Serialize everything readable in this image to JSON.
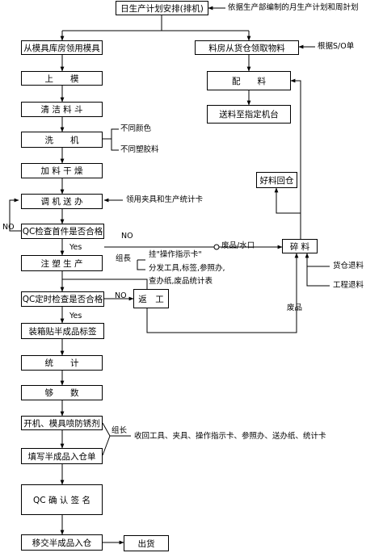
{
  "nodes": {
    "schedule": "日生产计划安排(排机)",
    "get_mold": "从模具库房领用模具",
    "mount_mold": "上　　模",
    "clean_hopper": "清 洁 料 斗",
    "wash_machine": "洗　　机",
    "add_dry": "加 料 干 燥",
    "tune_machine": "调 机 送 办",
    "qc_first": "QC检查首件是否合格",
    "injection": "注 塑 生 产",
    "qc_timed": "QC定时检查是否合格",
    "rework": "返　工",
    "pack_label": "装箱贴半成品标签",
    "count": "统　　计",
    "enough": "够　　数",
    "stop_rust": "开机、模具喷防锈剂",
    "fill_form": "填写半成品入仓单",
    "qc_sign": "QC 确 认 签 名",
    "transfer": "移交半成品入仓",
    "ship": "出货",
    "get_material": "料房从货仓领取物料",
    "mix": "配　　料",
    "send_material": "送料至指定机台",
    "good_return": "好料回仓",
    "crush": "碎 料"
  },
  "labels": {
    "plan_note": "依据生产部编制的月生产计划和周計划",
    "so_note": "根据S/O单",
    "color_diff": "不同颜色",
    "plastic_diff": "不同塑胶料",
    "fixture_note": "领用夹具和生产统计卡",
    "no1": "NO",
    "no2": "NO",
    "no3": "NO",
    "yes1": "Yes",
    "yes2": "Yes",
    "leader1": "组長",
    "hang_card": "挂\"操作指示卡\"",
    "dist1": "分发工具,标签,参照办,",
    "dist2": "查办纸,废品统计表",
    "waste_nozzle": "废品/水口",
    "warehouse_return": "货仓退料",
    "eng_return": "工程退料",
    "scrap": "废品",
    "leader2": "组长",
    "collect": "收回工具、夹具、操作指示卡、参照办、送办纸、统计卡"
  }
}
